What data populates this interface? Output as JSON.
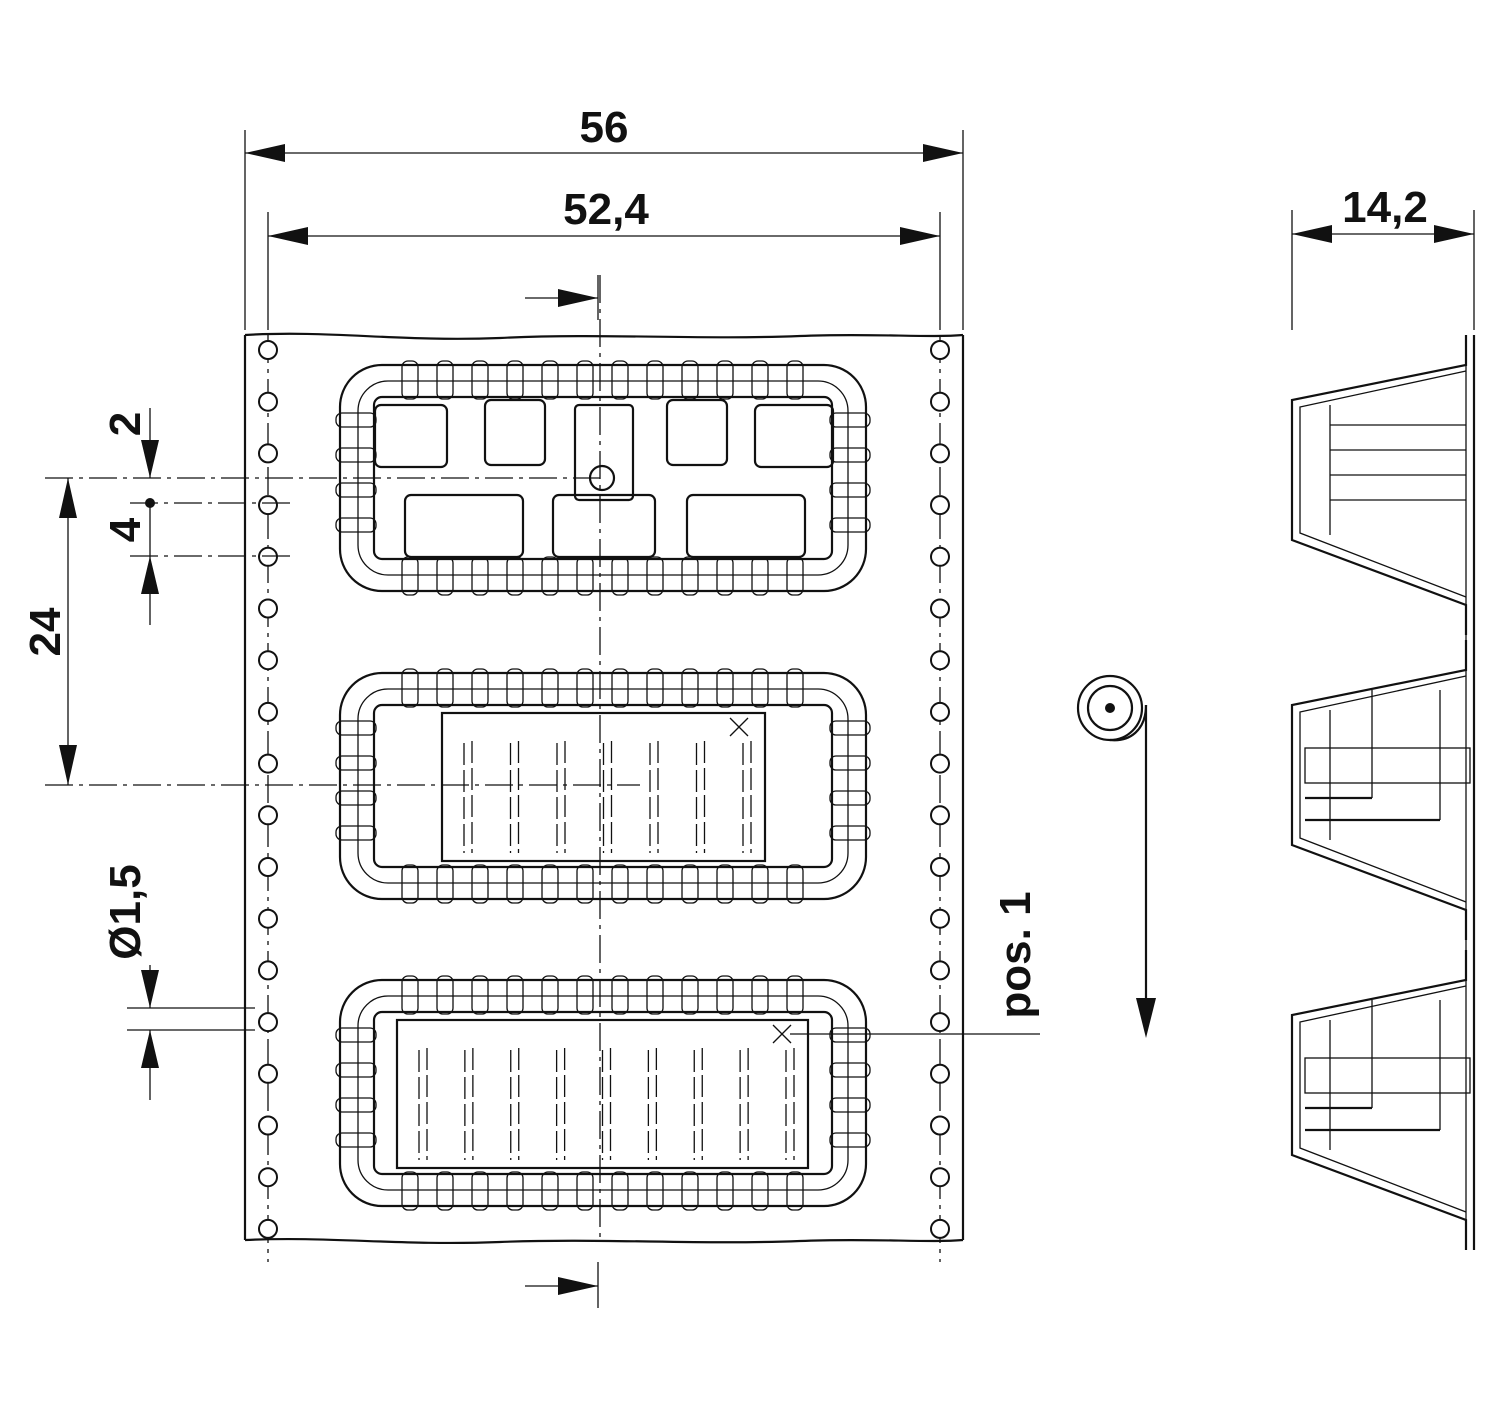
{
  "dimensions": {
    "overall_width": "56",
    "hole_pitch_width": "52,4",
    "side_depth": "14,2",
    "hole_edge_offset": "2",
    "hole_spacing": "4",
    "pocket_pitch": "24",
    "hole_diameter": "Ø1,5"
  },
  "labels": {
    "position_marker": "pos. 1"
  },
  "colors": {
    "line": "#111111",
    "background": "#ffffff",
    "pin_fill": "#cccccc"
  }
}
